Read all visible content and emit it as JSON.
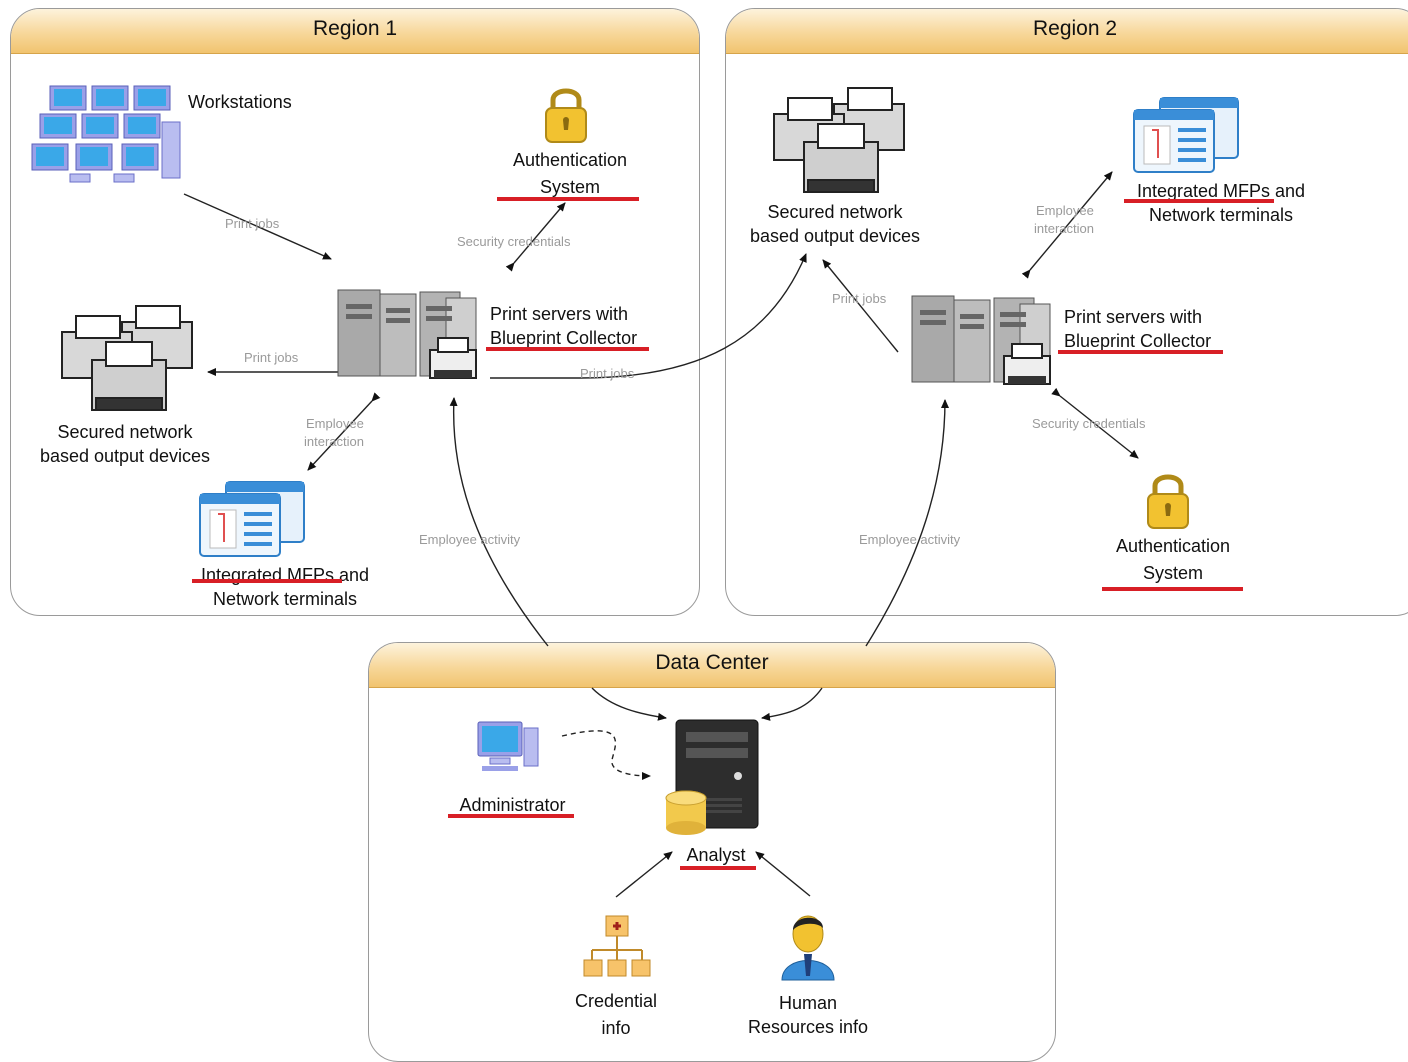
{
  "regions": {
    "region1": "Region 1",
    "region2": "Region 2",
    "datacenter": "Data Center"
  },
  "region1": {
    "workstations": "Workstations",
    "auth_line1": "Authentication",
    "auth_line2": "System",
    "print_servers_line1": "Print servers with",
    "print_servers_line2": "Blueprint Collector",
    "output_line1": "Secured network",
    "output_line2": "based output devices",
    "mfp_line1": "Integrated MFPs and",
    "mfp_line2": "Network terminals",
    "conn_print_jobs_1": "Print jobs",
    "conn_security": "Security credentials",
    "conn_print_jobs_2": "Print jobs",
    "conn_employee_line1": "Employee",
    "conn_employee_line2": "interaction",
    "conn_print_jobs_3": "Print jobs",
    "conn_activity": "Employee activity"
  },
  "region2": {
    "output_line1": "Secured network",
    "output_line2": "based output devices",
    "mfp_line1": "Integrated MFPs and",
    "mfp_line2": "Network terminals",
    "print_servers_line1": "Print servers with",
    "print_servers_line2": "Blueprint Collector",
    "auth_line1": "Authentication",
    "auth_line2": "System",
    "conn_employee_line1": "Employee",
    "conn_employee_line2": "interaction",
    "conn_print_jobs": "Print jobs",
    "conn_security": "Security credentials",
    "conn_activity": "Employee activity"
  },
  "datacenter": {
    "administrator": "Administrator",
    "analyst": "Analyst",
    "credential_line1": "Credential",
    "credential_line2": "info",
    "hr_line1": "Human",
    "hr_line2": "Resources info"
  },
  "colors": {
    "underline": "#d81f26",
    "header_gradient_bottom": "#f1c46f",
    "connector_text": "#9a9a9a"
  }
}
